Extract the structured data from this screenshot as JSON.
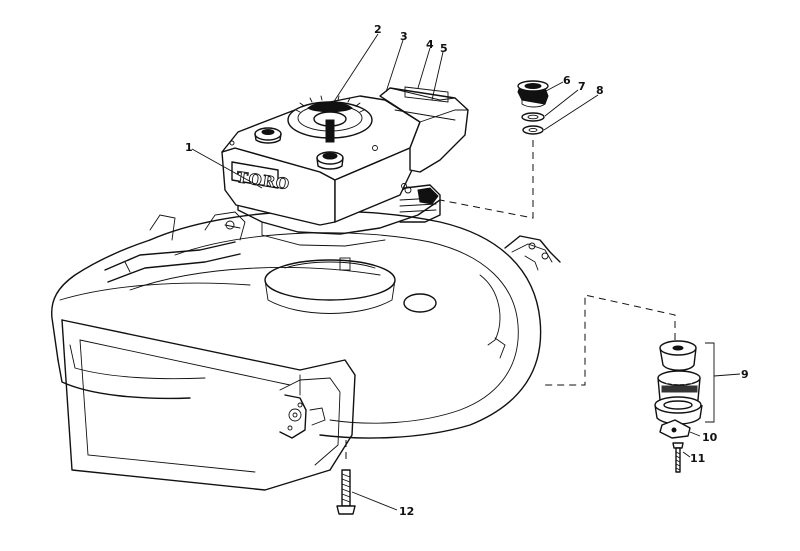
{
  "brand_text": "TORO",
  "callouts": [
    {
      "label": "1"
    },
    {
      "label": "2"
    },
    {
      "label": "3"
    },
    {
      "label": "4"
    },
    {
      "label": "5"
    },
    {
      "label": "6"
    },
    {
      "label": "7"
    },
    {
      "label": "8"
    },
    {
      "label": "9"
    },
    {
      "label": "10"
    },
    {
      "label": "11"
    },
    {
      "label": "12"
    }
  ]
}
